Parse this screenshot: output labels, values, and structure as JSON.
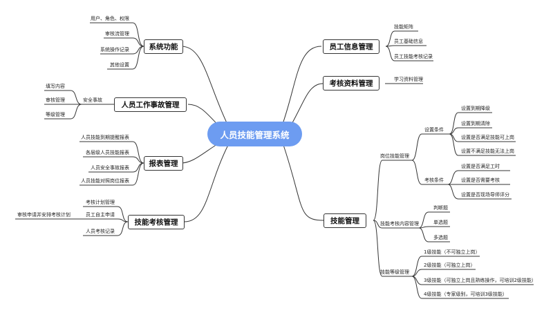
{
  "central": "人员技能管理系统",
  "left": [
    {
      "title": "系统功能",
      "items": [
        "用户、角色、权限",
        "审核流管理",
        "系统操作记录",
        "其他设置"
      ]
    },
    {
      "title": "人员工作事故管理",
      "items": [
        {
          "label": "安全事故",
          "children": [
            "填写内容",
            "审核管理",
            "等级管理"
          ]
        }
      ]
    },
    {
      "title": "报表管理",
      "items": [
        "人员技能到期提醒报表",
        "各层级人员技能报表",
        "人员安全事故报表",
        "人员技能对照岗位报表"
      ]
    },
    {
      "title": "技能考核管理",
      "items": [
        "考核计划管理",
        {
          "label": "员工自主申请",
          "children": [
            "审核申请并安排考核计划"
          ]
        },
        "人员考核记录"
      ]
    }
  ],
  "right": [
    {
      "title": "员工信息管理",
      "items": [
        "技能矩阵",
        "员工基础信息",
        "员工技能考核记录"
      ]
    },
    {
      "title": "考核资料管理",
      "items": [
        "学习资料管理"
      ]
    },
    {
      "title": "技能管理",
      "items": [
        {
          "label": "岗位技能管理",
          "children": [
            {
              "label": "设置条件",
              "children": [
                "设置到期降级",
                "设置到期清除",
                "设置是否满足技能可上岗",
                "设置不满足技能无法上岗"
              ]
            },
            {
              "label": "考核条件",
              "children": [
                "设置是否满足工时",
                "设置是否需要考核",
                "设置是否现场导师评分"
              ]
            }
          ]
        },
        {
          "label": "技能考核内容管理",
          "children": [
            "判断题",
            "单选题",
            "多选题"
          ]
        },
        {
          "label": "技能等级管理",
          "children": [
            "1级技能（不可独立上岗）",
            "2级技能（可独立上岗）",
            "3级技能（可独立上岗且熟练操作，可培训2级技能）",
            "4级技能（专家级别，可培训3级技能）"
          ]
        }
      ]
    }
  ]
}
